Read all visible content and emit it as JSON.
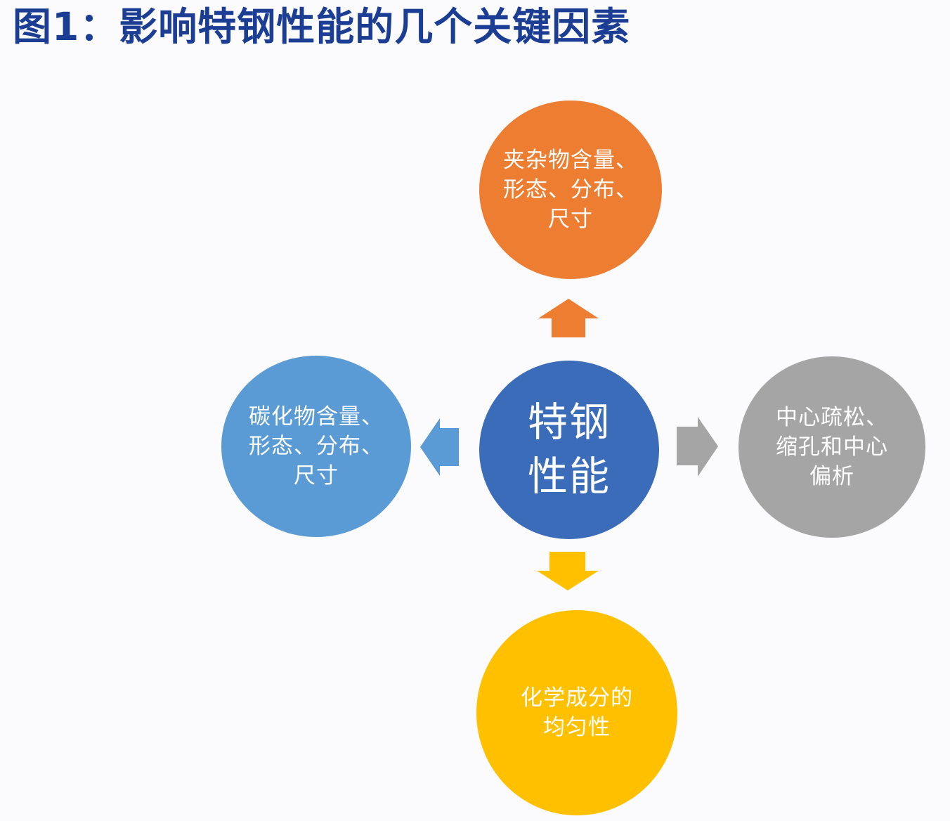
{
  "figure": {
    "title": "图1：影响特钢性能的几个关键因素"
  },
  "diagram": {
    "center": {
      "name": "special-steel-performance",
      "lines": [
        "特钢",
        "性能"
      ],
      "color": "#3B6CBA"
    },
    "nodes": {
      "top": {
        "name": "inclusions-factor",
        "lines": [
          "夹杂物含量、",
          "形态、分布、",
          "尺寸"
        ],
        "color": "#ED7D31"
      },
      "left": {
        "name": "carbides-factor",
        "lines": [
          "碳化物含量、",
          "形态、分布、",
          "尺寸"
        ],
        "color": "#5B9BD5"
      },
      "right": {
        "name": "center-porosity-factor",
        "lines": [
          "中心疏松、",
          "缩孔和中心",
          "偏析"
        ],
        "color": "#A5A5A5"
      },
      "bottom": {
        "name": "chemical-uniformity-factor",
        "lines": [
          "化学成分的",
          "均匀性"
        ],
        "color": "#FFC000"
      }
    },
    "arrows": {
      "up": {
        "direction": "up",
        "color": "#ED7D31"
      },
      "left": {
        "direction": "left",
        "color": "#5B9BD5"
      },
      "right": {
        "direction": "right",
        "color": "#A5A5A5"
      },
      "down": {
        "direction": "down",
        "color": "#FFC000"
      }
    }
  },
  "colors": {
    "background": "#FBFAFC",
    "title_text": "#1B3E94",
    "node_text": "#FFFFFF"
  }
}
